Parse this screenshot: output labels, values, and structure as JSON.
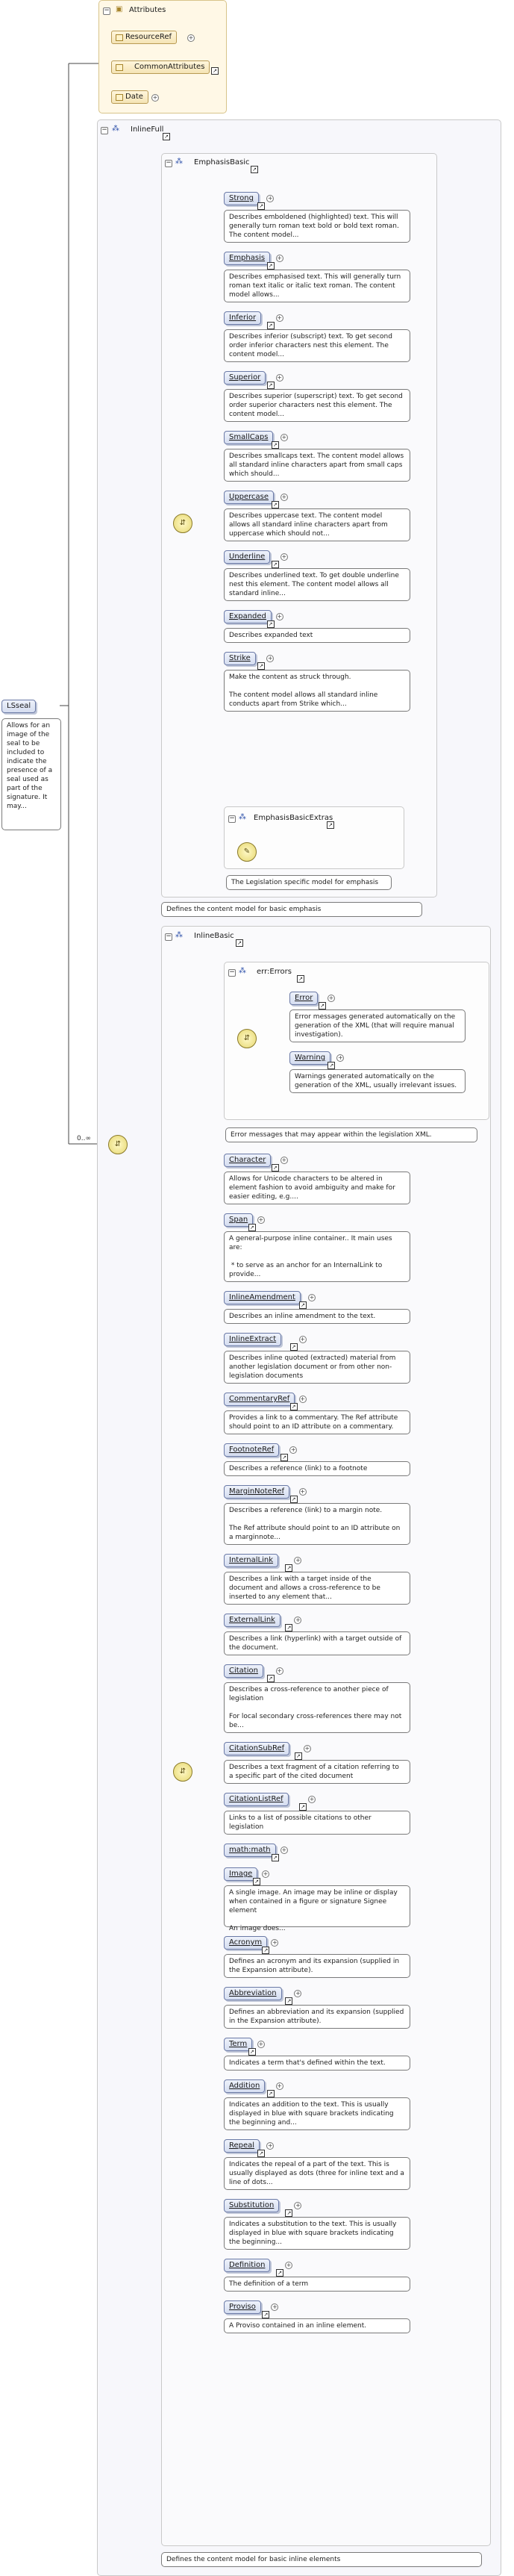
{
  "attributes": {
    "title": "Attributes",
    "items": [
      "ResourceRef",
      "CommonAttributes",
      "Date"
    ]
  },
  "lsseal": {
    "name": "LSseal",
    "doc": "Allows for an image of the seal to be included to indicate the presence of a seal used as part of the signature. It may..."
  },
  "inline_full": {
    "name": "InlineFull",
    "occurrence": "0..∞"
  },
  "emphasis_basic": {
    "title": "EmphasisBasic",
    "doc": "Defines the content model for basic emphasis",
    "elements": [
      {
        "name": "Strong",
        "doc": "Describes emboldened (highlighted) text. This will generally turn roman text bold or bold text roman. The content model..."
      },
      {
        "name": "Emphasis",
        "doc": "Describes emphasised text. This will generally turn roman text italic or italic text roman. The content model allows..."
      },
      {
        "name": "Inferior",
        "doc": "Describes inferior (subscript) text. To get second order inferior characters nest this element. The content model..."
      },
      {
        "name": "Superior",
        "doc": "Describes superior (superscript) text. To get second order superior characters nest this element. The content model..."
      },
      {
        "name": "SmallCaps",
        "doc": "Describes smallcaps text. The content model allows all standard inline characters apart from small caps which should..."
      },
      {
        "name": "Uppercase",
        "doc": "Describes uppercase text. The content model allows all standard inline characters apart from uppercase which should not..."
      },
      {
        "name": "Underline",
        "doc": "Describes underlined text. To get double underline nest this element. The content model allows all standard inline..."
      },
      {
        "name": "Expanded",
        "doc": "Describes expanded text"
      },
      {
        "name": "Strike",
        "doc": "Make the content as struck through.\n\nThe content model allows all standard inline conducts apart from Strike which..."
      }
    ],
    "extras": {
      "title": "EmphasisBasicExtras",
      "doc": "The Legislation specific model for emphasis"
    }
  },
  "inline_basic": {
    "title": "InlineBasic",
    "doc": "Defines the content model for basic inline elements",
    "err_errors": {
      "title": "err:Errors",
      "doc": "Error messages that may appear within the legislation XML.",
      "elements": [
        {
          "name": "Error",
          "doc": "Error messages generated automatically on the generation of the XML (that will require manual investigation)."
        },
        {
          "name": "Warning",
          "doc": "Warnings generated automatically on the generation of the XML, usually irrelevant issues."
        }
      ]
    },
    "elements": [
      {
        "name": "Character",
        "doc": "Allows for Unicode characters to be altered in element fashion to avoid ambiguity and make for easier editing, e.g...."
      },
      {
        "name": "Span",
        "doc": "A general-purpose inline container.. It main uses are:\n\n * to serve as an anchor for an InternalLink to provide..."
      },
      {
        "name": "InlineAmendment",
        "doc": "Describes an inline amendment to the text."
      },
      {
        "name": "InlineExtract",
        "doc": "Describes inline quoted (extracted) material from another legislation document or from other non-legislation documents"
      },
      {
        "name": "CommentaryRef",
        "doc": "Provides a link to a commentary. The Ref attribute should point to an ID attribute on a commentary."
      },
      {
        "name": "FootnoteRef",
        "doc": "Describes a reference (link) to a footnote"
      },
      {
        "name": "MarginNoteRef",
        "doc": "Describes a reference (link) to a margin note.\n\nThe Ref attribute should point to an ID attribute on a marginnote..."
      },
      {
        "name": "InternalLink",
        "doc": "Describes a link with a target inside of the document and allows a cross-reference to be inserted to any element that..."
      },
      {
        "name": "ExternalLink",
        "doc": "Describes a link (hyperlink) with a target outside of the document."
      },
      {
        "name": "Citation",
        "doc": "Describes a cross-reference to another piece of legislation\n\nFor local secondary cross-references there may not be..."
      },
      {
        "name": "CitationSubRef",
        "doc": "Describes a text fragment of a citation referring to a specific part of the cited document"
      },
      {
        "name": "CitationListRef",
        "doc": "Links to a list of possible citations to other legislation"
      },
      {
        "name": "math:math",
        "doc": ""
      },
      {
        "name": "Image",
        "doc": "A single image. An image may be inline or display when contained in a figure or signature Signee element\n\nAn image does..."
      },
      {
        "name": "Acronym",
        "doc": "Defines an acronym and its expansion (supplied in the Expansion attribute)."
      },
      {
        "name": "Abbreviation",
        "doc": "Defines an abbreviation and its expansion (supplied in the Expansion attribute)."
      },
      {
        "name": "Term",
        "doc": "Indicates a term that's defined within the text."
      },
      {
        "name": "Addition",
        "doc": "Indicates an addition to the text. This is usually displayed in blue with square brackets indicating the beginning and..."
      },
      {
        "name": "Repeal",
        "doc": "Indicates the repeal of a part of the text. This is usually displayed as dots (three for inline text and a line of dots..."
      },
      {
        "name": "Substitution",
        "doc": "Indicates a substitution to the text. This is usually displayed in blue with square brackets indicating the beginning..."
      },
      {
        "name": "Definition",
        "doc": "The definition of a term"
      },
      {
        "name": "Proviso",
        "doc": "A Proviso contained in an inline element."
      }
    ]
  },
  "colors": {
    "element_border": "#6b7aa6",
    "element_fill": "#dbe2f3",
    "attribute_fill": "#fff6dc",
    "container_border": "#c9c9c9",
    "line": "#444444"
  }
}
